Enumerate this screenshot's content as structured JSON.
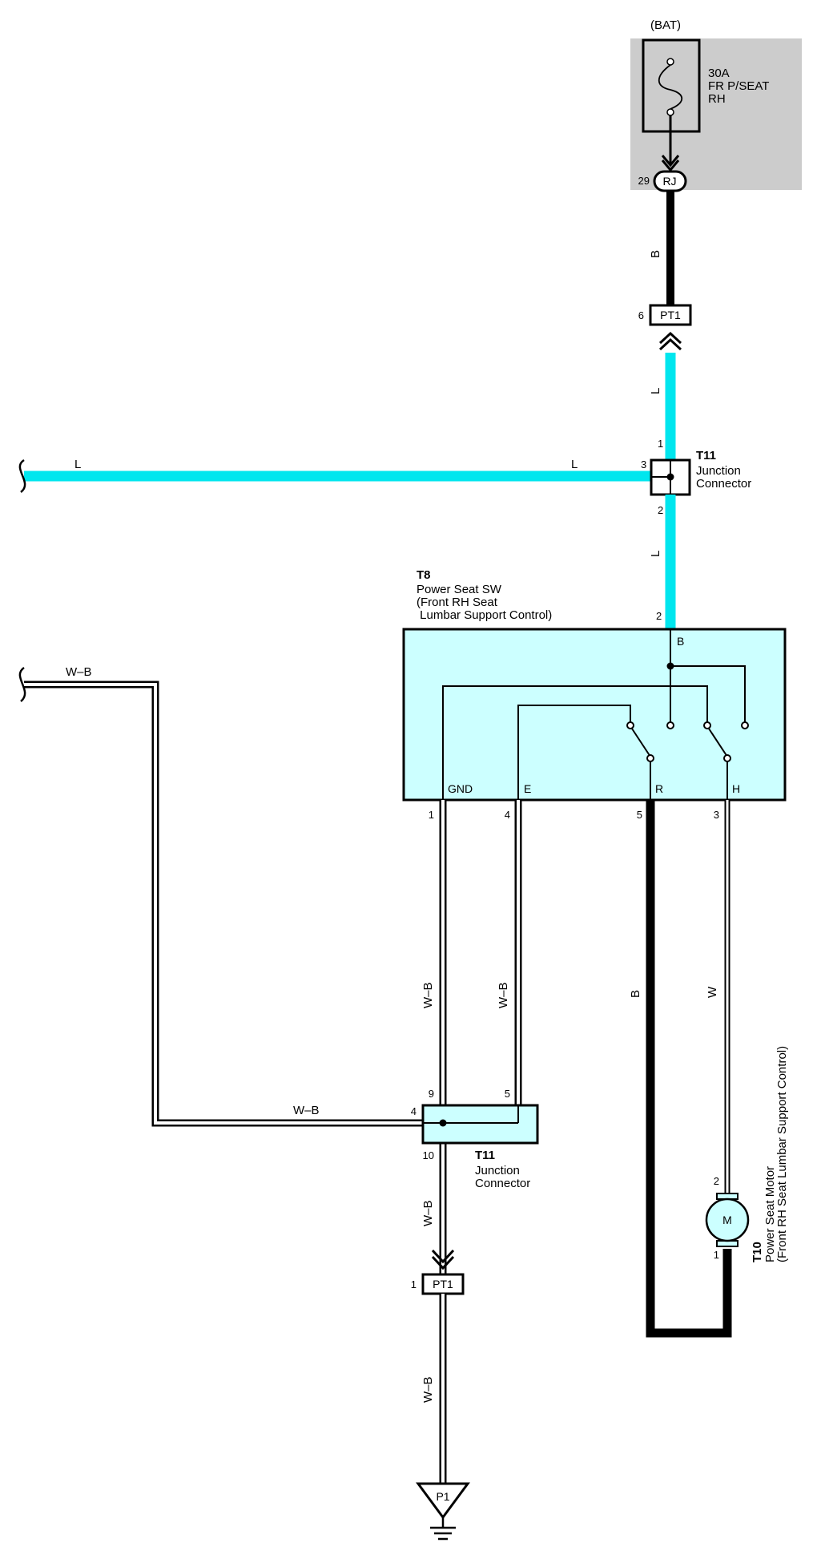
{
  "fuse": {
    "source": "(BAT)",
    "rating": "30A",
    "name_line1": "FR P/SEAT",
    "name_line2": "RH",
    "connector": "RJ",
    "pin": "29"
  },
  "wires": {
    "fuse_to_pt1": "B",
    "pt1_to_t11": "L",
    "t11_to_t8": "L",
    "left_top": "L",
    "left_near": "L",
    "left_wb": "W–B",
    "wb_to_t11": "W–B",
    "gnd": "W–B",
    "e": "W–B",
    "r": "B",
    "h": "W",
    "t11_to_pt1_lower": "W–B",
    "pt1_to_ground": "W–B"
  },
  "pt1_upper": {
    "label": "PT1",
    "pin": "6"
  },
  "t11_upper": {
    "code": "T11",
    "name_line1": "Junction",
    "name_line2": "Connector",
    "pin_top": "1",
    "pin_left": "3",
    "pin_bottom": "2"
  },
  "t8": {
    "code": "T8",
    "name_line1": "Power Seat SW",
    "name_line2": "(Front RH Seat",
    "name_line3": " Lumbar Support Control)",
    "pin_b": "2",
    "term_b": "B",
    "term_gnd": "GND",
    "term_e": "E",
    "term_r": "R",
    "term_h": "H",
    "pin_gnd": "1",
    "pin_e": "4",
    "pin_r": "5",
    "pin_h": "3"
  },
  "t11_lower": {
    "code": "T11",
    "name_line1": "Junction",
    "name_line2": "Connector",
    "pin_9": "9",
    "pin_5": "5",
    "pin_4": "4",
    "pin_10": "10"
  },
  "pt1_lower": {
    "label": "PT1",
    "pin": "1"
  },
  "motor": {
    "code": "T10",
    "name_line1": "Power Seat Motor",
    "name_line2": "(Front RH Seat Lumbar Support Control)",
    "symbol": "M",
    "pin_top": "2",
    "pin_bottom": "1"
  },
  "ground": {
    "label": "P1"
  },
  "colors": {
    "wire_l": "#00e6ee",
    "box_fill": "#ccffff",
    "fuse_bg": "#cccccc",
    "line": "#000000"
  }
}
